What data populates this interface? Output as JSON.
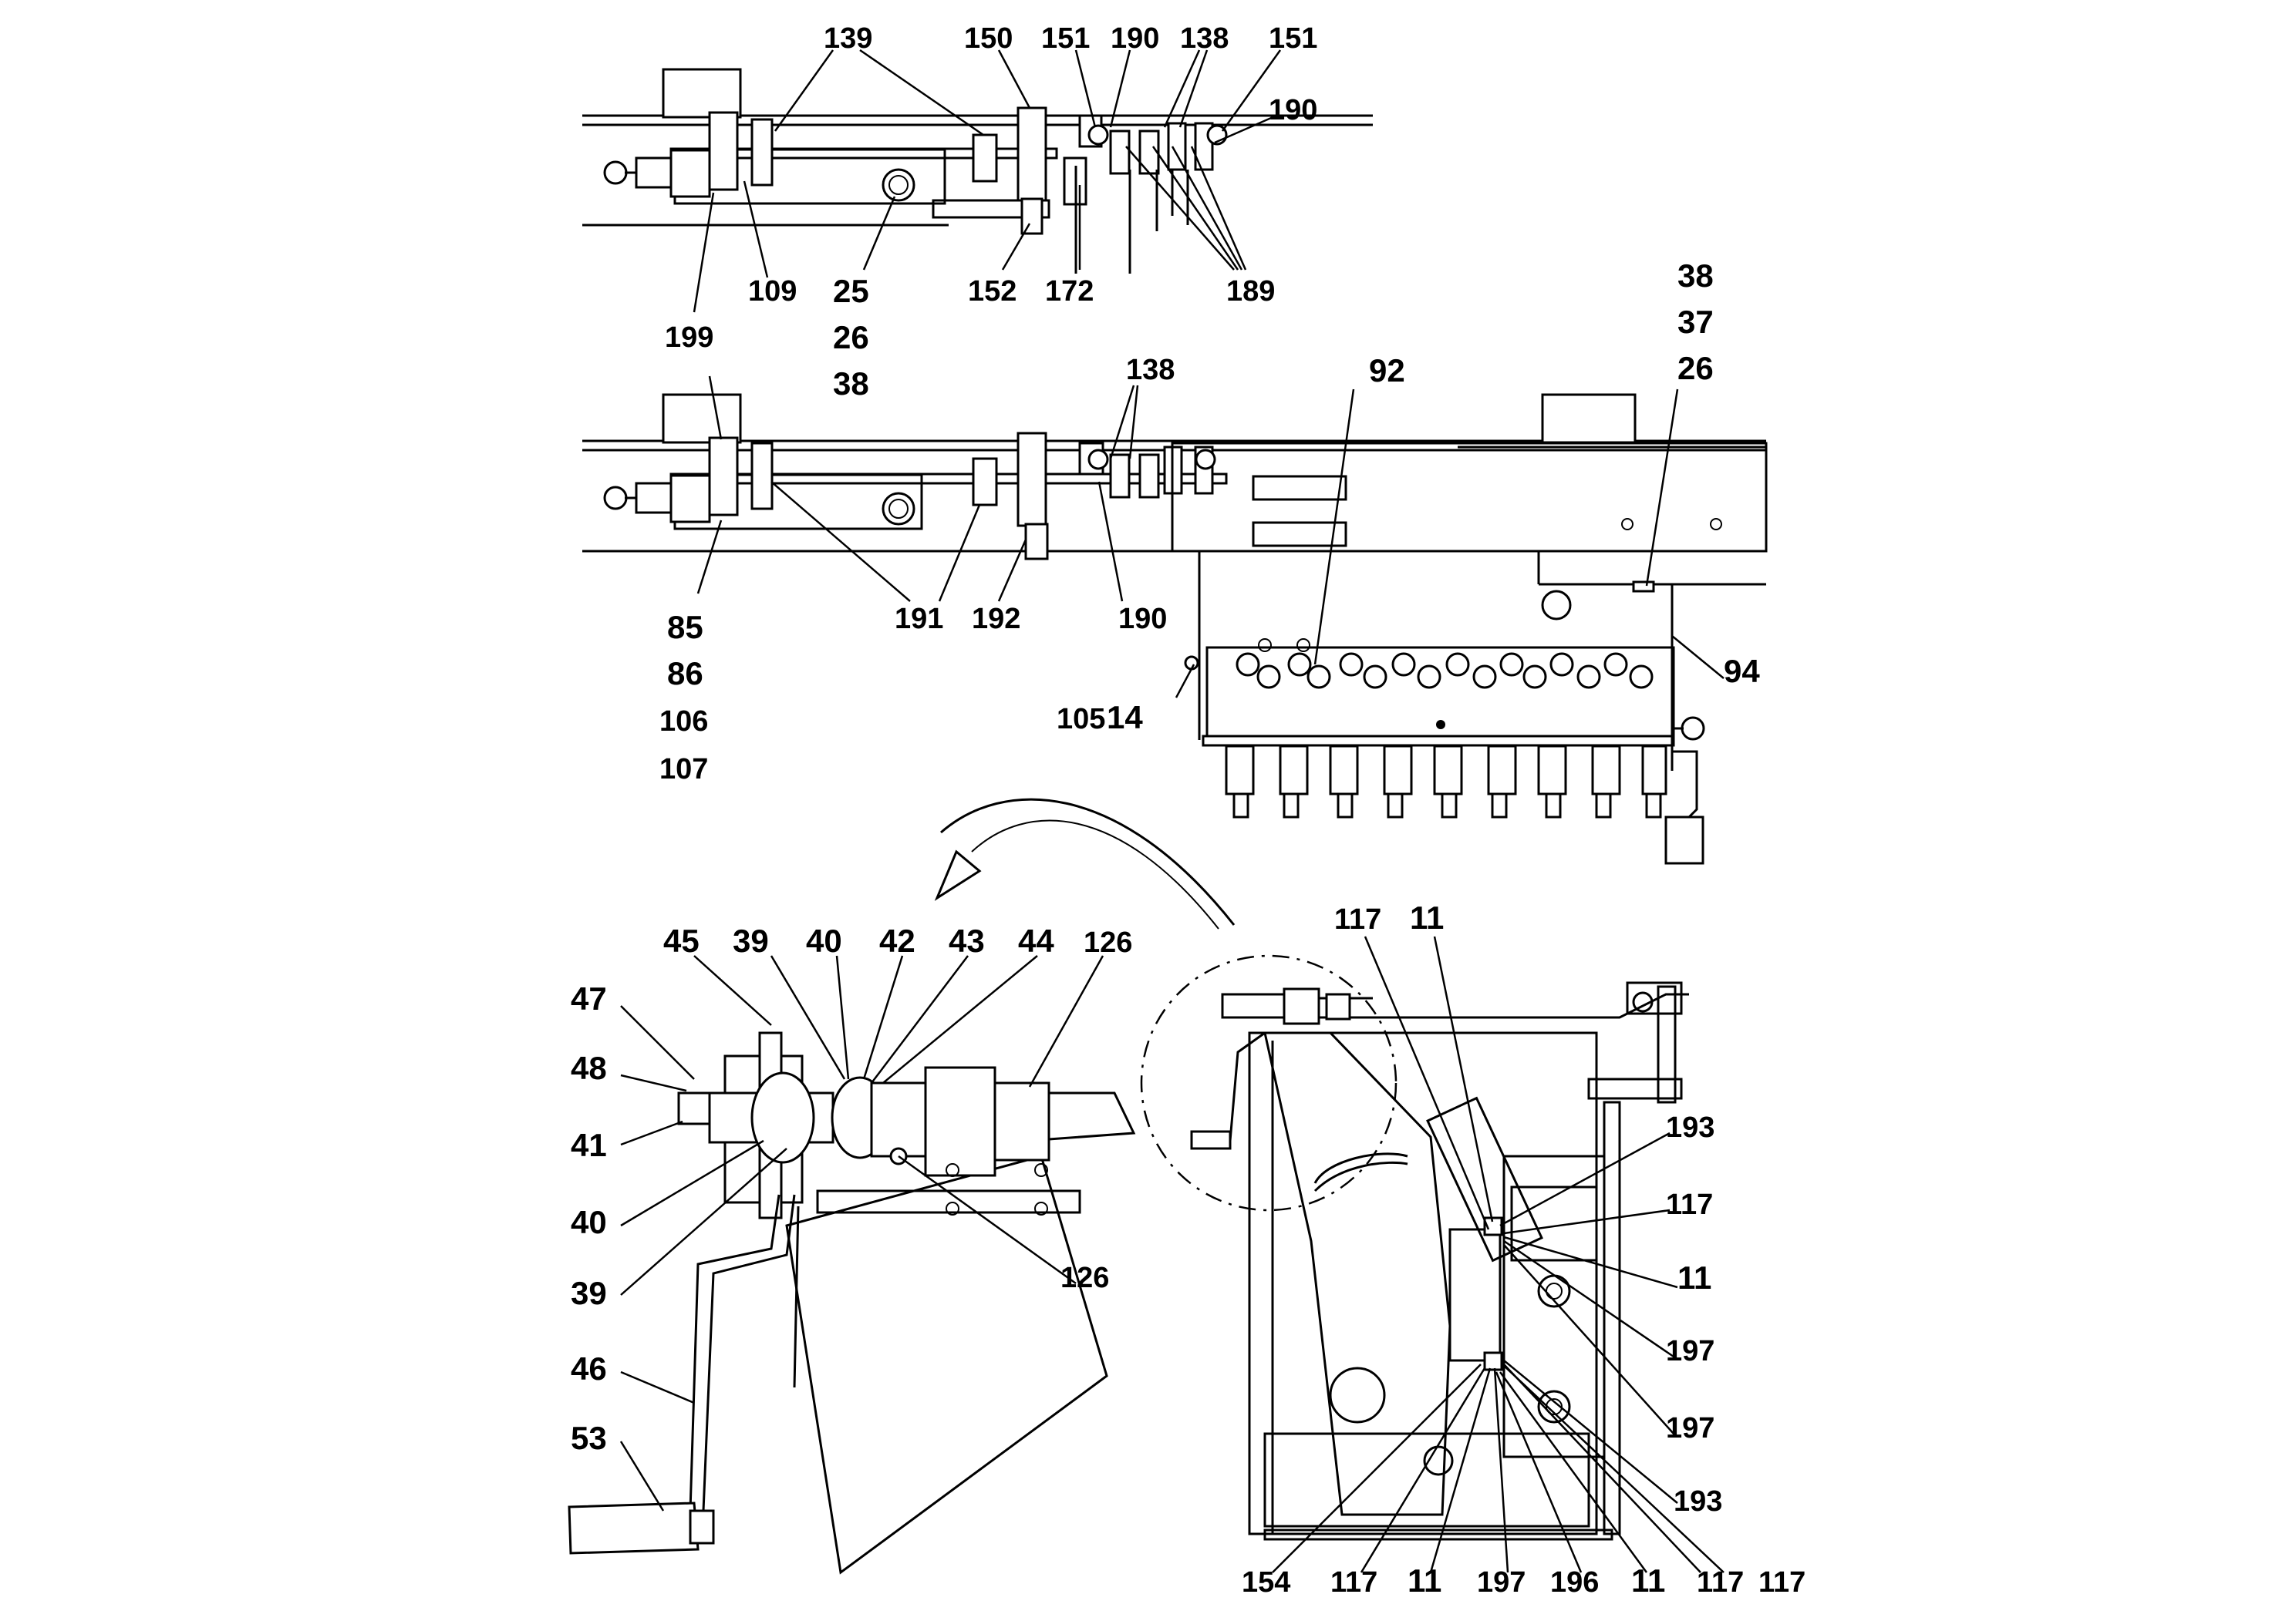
{
  "callouts": {
    "top": [
      "139",
      "150",
      "151",
      "190",
      "138",
      "151",
      "190",
      "199",
      "109",
      "25",
      "26",
      "38",
      "152",
      "172",
      "189"
    ],
    "middle": [
      "138",
      "92",
      "38",
      "37",
      "26",
      "85",
      "86",
      "106",
      "107",
      "191",
      "192",
      "190",
      "94",
      "105",
      "14"
    ],
    "detail": [
      "45",
      "39",
      "40",
      "42",
      "43",
      "44",
      "126",
      "47",
      "48",
      "41",
      "40",
      "39",
      "126",
      "46",
      "53"
    ],
    "side": [
      "117",
      "11",
      "193",
      "117",
      "11",
      "197",
      "197",
      "193",
      "117",
      "154",
      "117",
      "11",
      "197",
      "196",
      "11",
      "117"
    ]
  }
}
